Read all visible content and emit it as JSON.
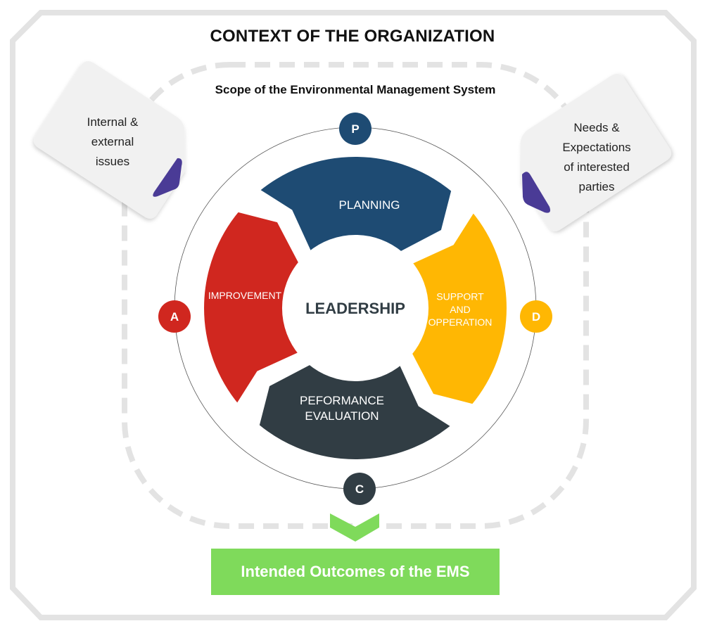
{
  "title": "CONTEXT OF THE ORGANIZATION",
  "scope_label": "Scope of the Environmental Management System",
  "center_label": "LEADERSHIP",
  "segments": [
    {
      "id": "planning",
      "lines": [
        "PLANNING"
      ],
      "color": "#1e4b73"
    },
    {
      "id": "support",
      "lines": [
        "SUPPORT",
        "AND",
        "OPPERATION"
      ],
      "color": "#ffb703"
    },
    {
      "id": "performance",
      "lines": [
        "PEFORMANCE",
        "EVALUATION"
      ],
      "color": "#313d44"
    },
    {
      "id": "improvement",
      "lines": [
        "IMPROVEMENT"
      ],
      "color": "#d0271f"
    }
  ],
  "pdca_markers": [
    {
      "letter": "P",
      "position": "top",
      "color": "#1e4b73"
    },
    {
      "letter": "D",
      "position": "right",
      "color": "#ffb703"
    },
    {
      "letter": "C",
      "position": "bottom",
      "color": "#313d44"
    },
    {
      "letter": "A",
      "position": "left",
      "color": "#d0271f"
    }
  ],
  "side_cards": {
    "left": {
      "lines": [
        "Internal &",
        "external",
        "issues"
      ]
    },
    "right": {
      "lines": [
        "Needs &",
        "Expectations",
        "of interested",
        "parties"
      ]
    }
  },
  "card_accent_color": "#4a3b96",
  "outcome_label": "Intended Outcomes of the EMS",
  "outcome_color": "#7fda5b",
  "frame_color": "#e3e3e3"
}
